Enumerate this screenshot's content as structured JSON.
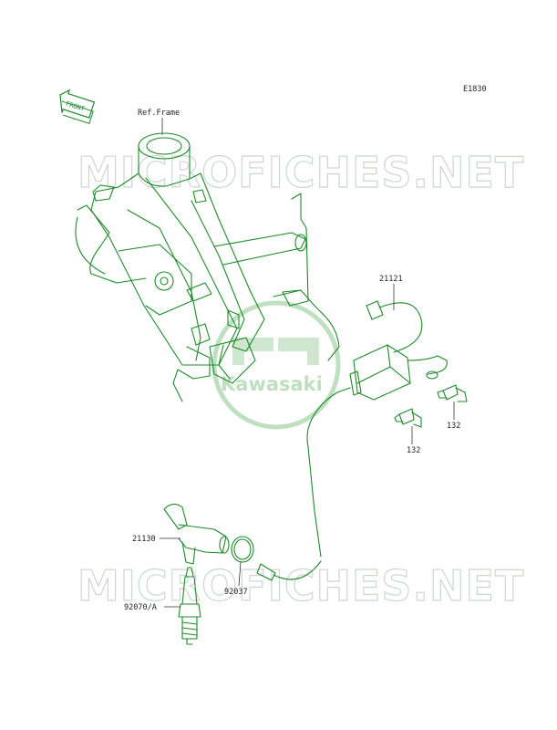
{
  "diagram_code": "E1830",
  "front_label": "FRONT",
  "frame_ref": "Ref.Frame",
  "watermark_top": "MICROFICHES.NET",
  "watermark_bottom": "MICROFICHES.NET",
  "logo_text": "Kawasaki",
  "parts": {
    "coil": "21121",
    "bolt_upper": "132",
    "bolt_lower": "132",
    "cap": "21130",
    "clamp": "92037",
    "plug": "92070/A"
  },
  "colors": {
    "part_stroke": "#1d8a2a",
    "watermark": "#cfd6d0",
    "logo": "#bfe0c0"
  }
}
